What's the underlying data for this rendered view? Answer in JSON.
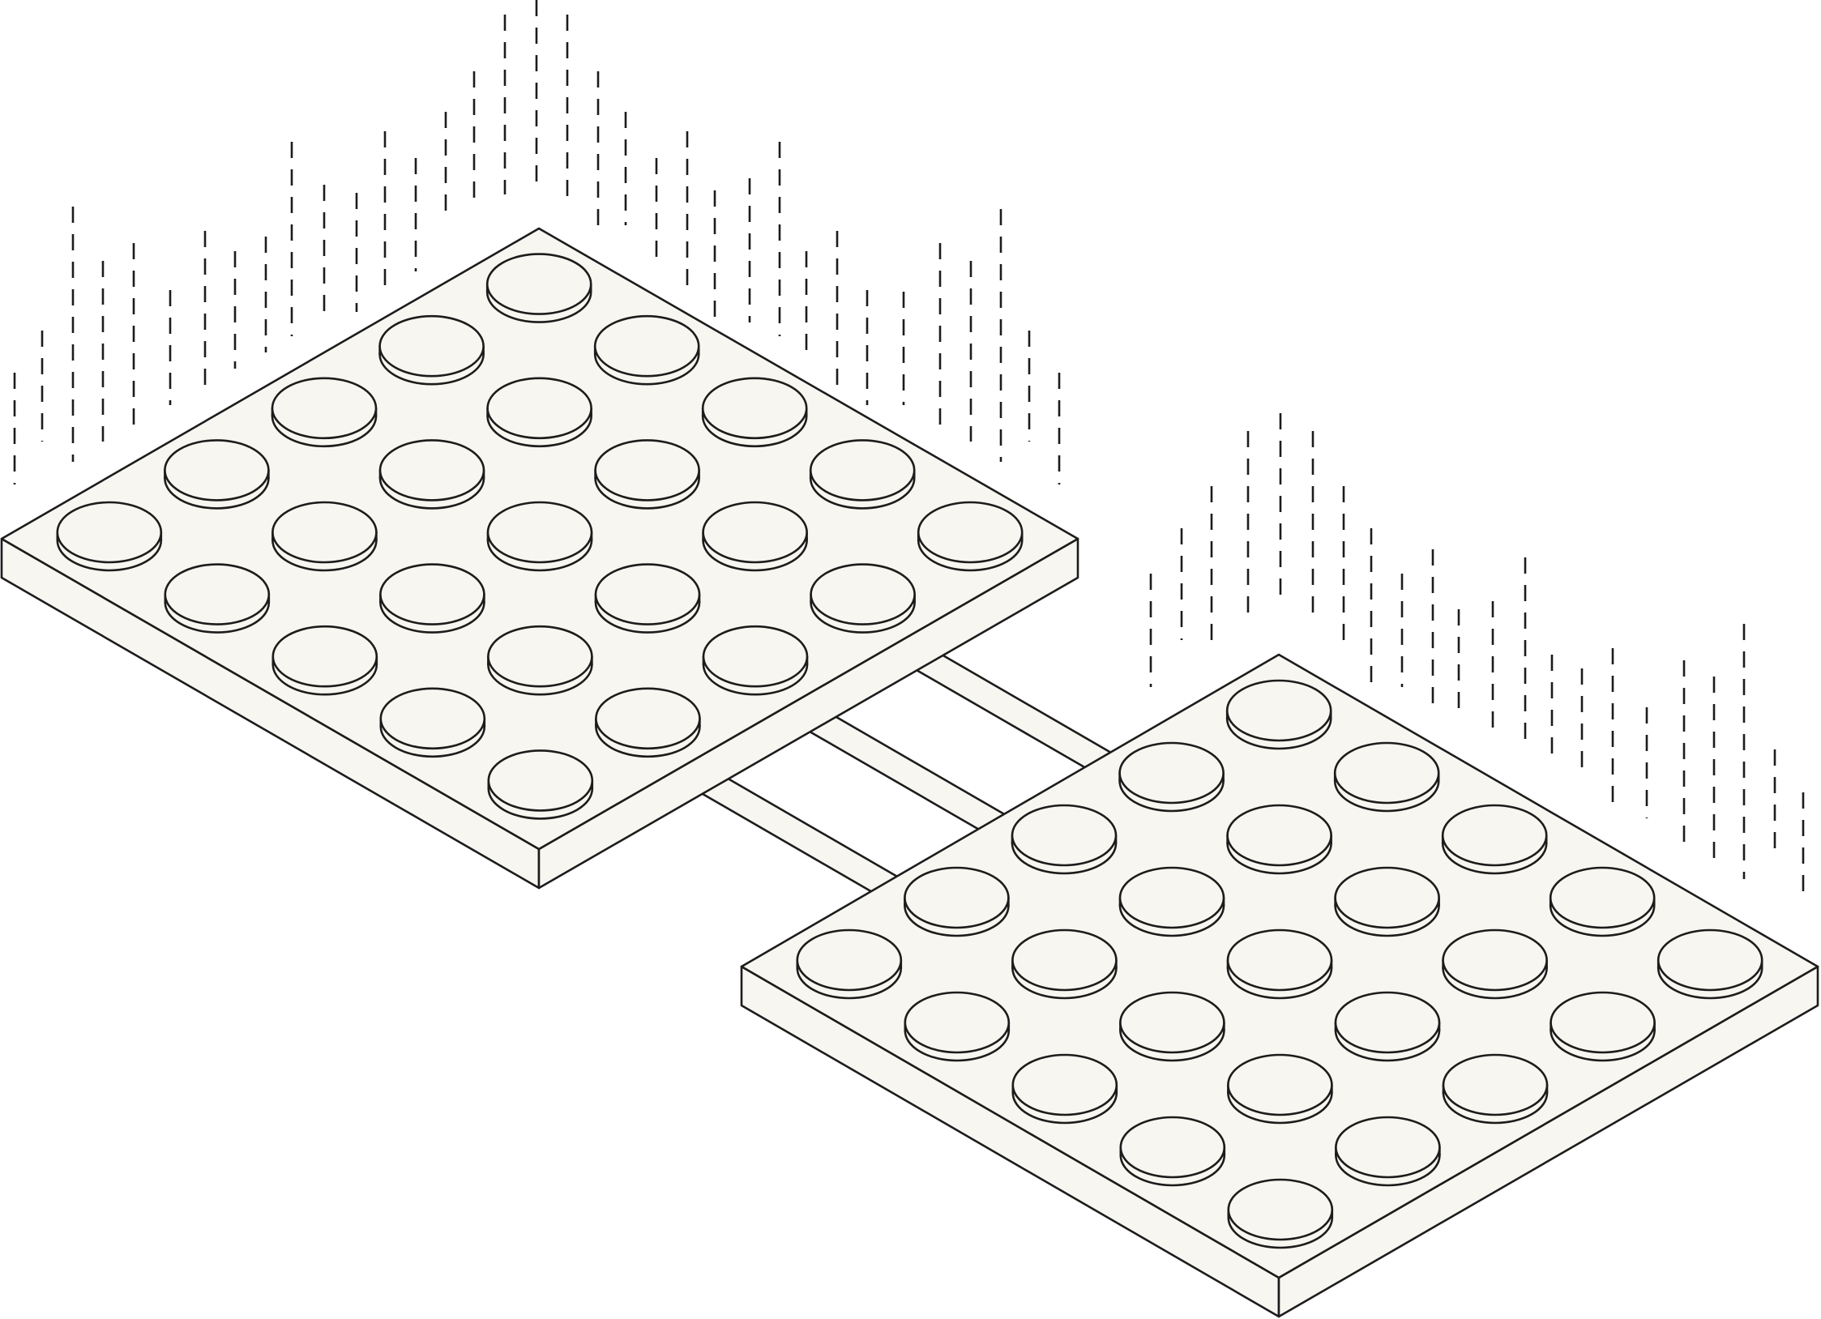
{
  "illustration": {
    "subject": "two-connected-button-plates",
    "plates": [
      {
        "name": "upper-left-plate",
        "rows": 5,
        "cols": 5
      },
      {
        "name": "lower-right-plate",
        "rows": 5,
        "cols": 5
      }
    ],
    "connector_rod_count": 3,
    "colors": {
      "outline": "#1c1c1c",
      "surface": "#f8f6f0",
      "background": "#ffffff"
    },
    "dash_fields": [
      "upper-left-signal-lines",
      "lower-right-signal-lines"
    ]
  }
}
